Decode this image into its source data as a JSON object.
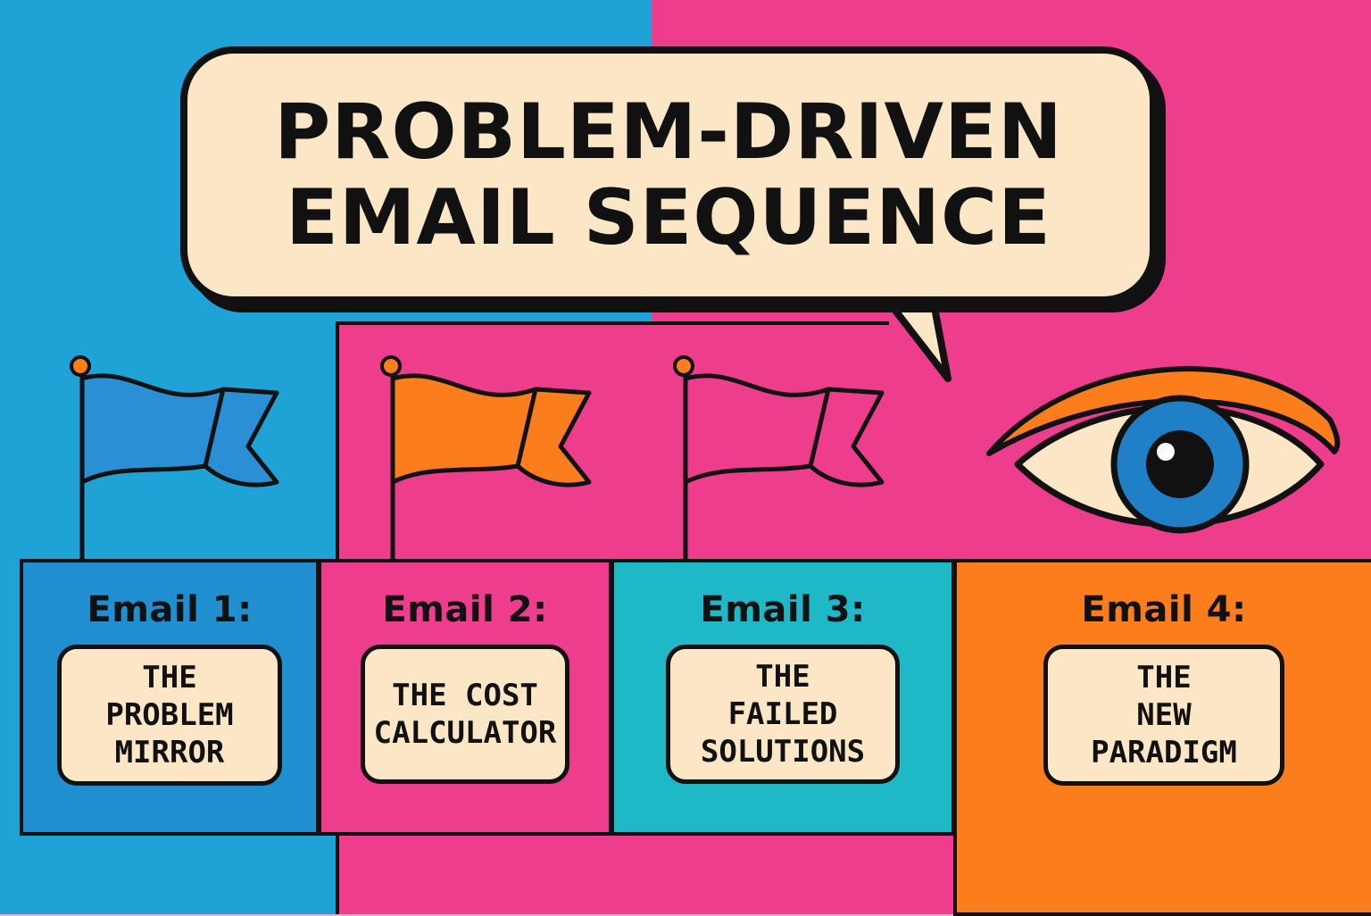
{
  "title": {
    "line1": "PROBLEM-DRIVEN",
    "line2": "EMAIL SEQUENCE"
  },
  "colors": {
    "blue": "#1fa3d6",
    "pink": "#ef3d8e",
    "teal": "#1fb8c6",
    "orange": "#fb7d1b",
    "cream": "#fbe7c6",
    "ink": "#111111"
  },
  "emails": [
    {
      "label": "Email 1:",
      "title": [
        "THE",
        "PROBLEM",
        "MIRROR"
      ],
      "flag_color": "#2a8fd4"
    },
    {
      "label": "Email 2:",
      "title": [
        "THE COST",
        "CALCULATOR"
      ],
      "flag_color": "#fb7d1b"
    },
    {
      "label": "Email 3:",
      "title": [
        "THE",
        "FAILED",
        "SOLUTIONS"
      ],
      "flag_color": "#ef3d8e"
    },
    {
      "label": "Email 4:",
      "title": [
        "THE",
        "NEW",
        "PARADIGM"
      ],
      "icon": "eye-icon"
    }
  ]
}
